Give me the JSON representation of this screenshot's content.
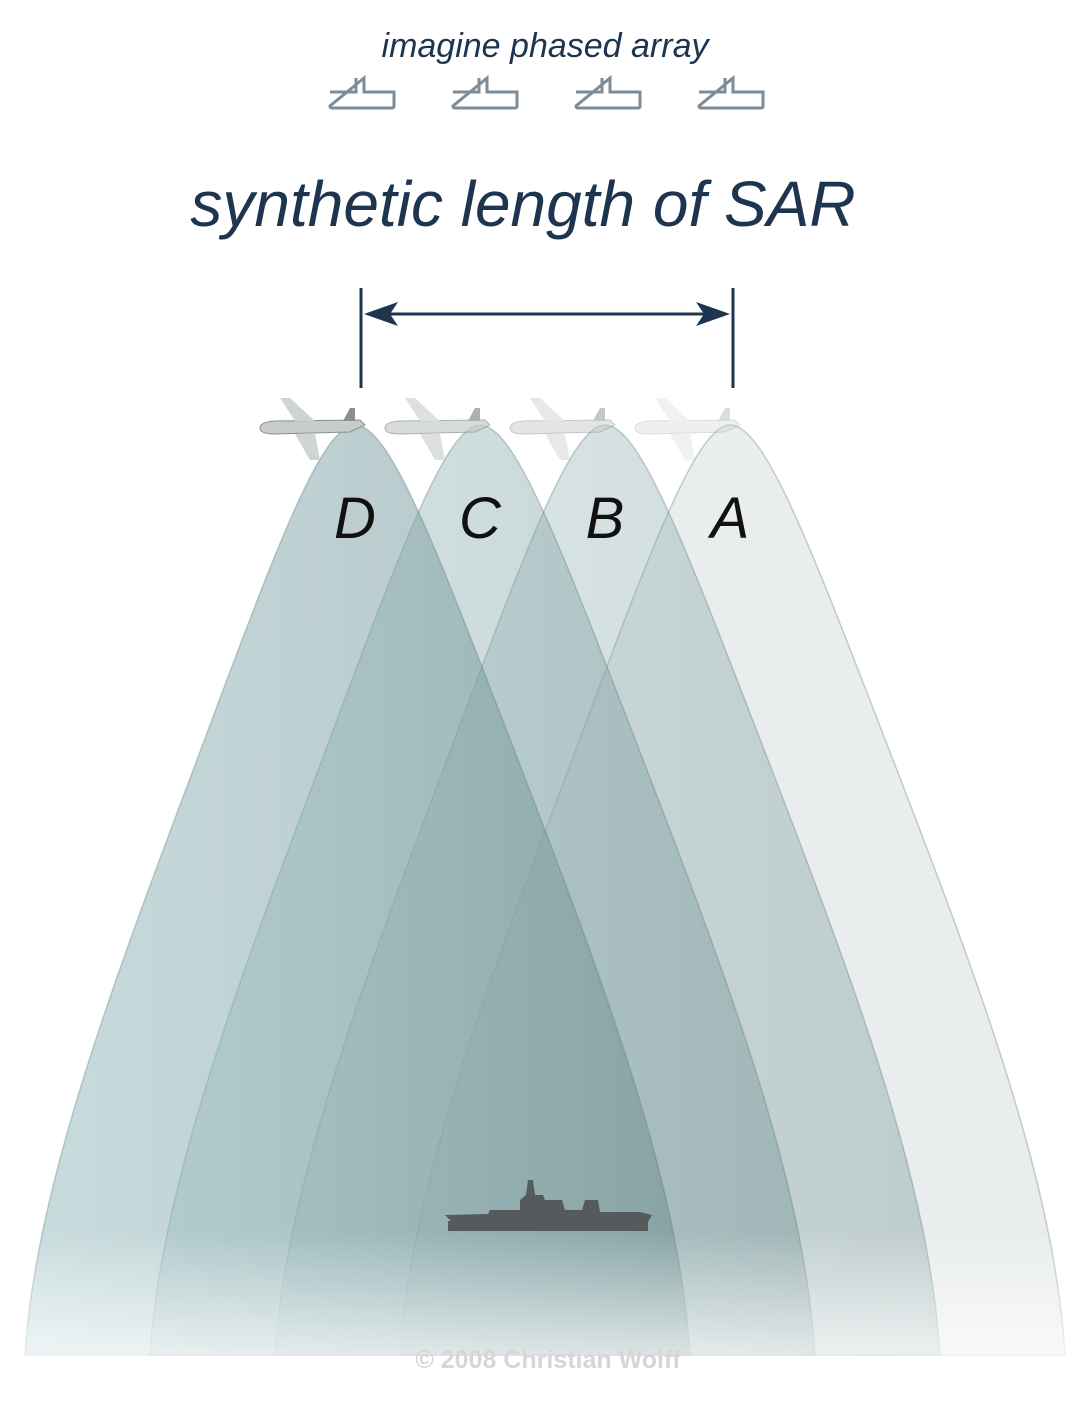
{
  "header": {
    "caption": "imagine phased array"
  },
  "title": "synthetic length of SAR",
  "positions": [
    {
      "label": "D",
      "opacity": 1.0
    },
    {
      "label": "C",
      "opacity": 0.7
    },
    {
      "label": "B",
      "opacity": 0.5
    },
    {
      "label": "A",
      "opacity": 0.3
    }
  ],
  "copyright": "© 2008 Christian Wolff",
  "colors": {
    "title": "#1e3550",
    "beam": "#7fa3a6",
    "antenna": "#7d8c99",
    "ship": "#555a5c",
    "copyright": "#d6d6d6"
  }
}
